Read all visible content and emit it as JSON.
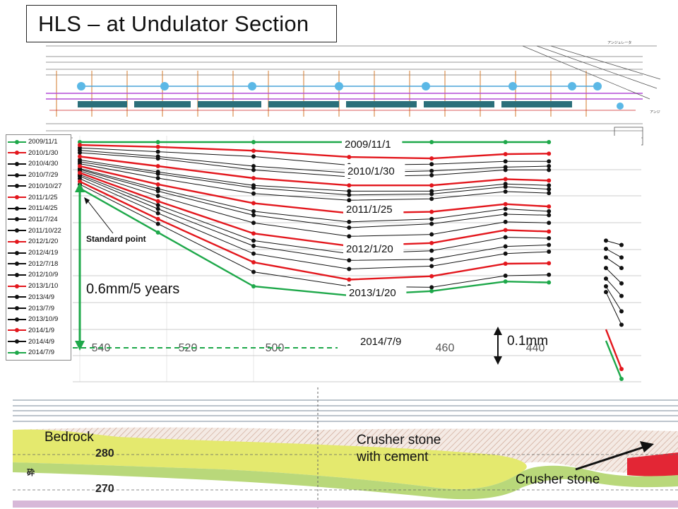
{
  "title": "HLS – at Undulator Section",
  "chart_data": {
    "type": "line",
    "x_ticks": [
      "540",
      "520",
      "500",
      "460",
      "440"
    ],
    "x_tick_values": [
      540,
      520,
      500,
      460,
      440
    ],
    "x_positions": [
      540,
      522,
      500,
      478,
      459,
      442,
      432
    ],
    "legend": [
      "2009/11/1",
      "2010/1/30",
      "2010/4/30",
      "2010/7/29",
      "2010/10/27",
      "2011/1/25",
      "2011/4/25",
      "2011/7/24",
      "2011/10/22",
      "2012/1/20",
      "2012/4/19",
      "2012/7/18",
      "2012/10/9",
      "2013/1/10",
      "2013/4/9",
      "2013/7/9",
      "2013/10/9",
      "2014/1/9",
      "2014/4/9",
      "2014/7/9"
    ],
    "series_colors": [
      "#1ea84a",
      "#e3171d",
      "#111111",
      "#111111",
      "#111111",
      "#e3171d",
      "#111111",
      "#111111",
      "#111111",
      "#e3171d",
      "#111111",
      "#111111",
      "#111111",
      "#e3171d",
      "#111111",
      "#111111",
      "#111111",
      "#e3171d",
      "#111111",
      "#1ea84a"
    ],
    "series": [
      {
        "name": "2009/11/1",
        "values": [
          0,
          0,
          0,
          0,
          0,
          0,
          0
        ]
      },
      {
        "name": "2010/1/30",
        "values": [
          -0.006,
          -0.01,
          -0.018,
          -0.031,
          -0.034,
          -0.025,
          -0.024
        ]
      },
      {
        "name": "2010/4/30",
        "values": [
          -0.012,
          -0.02,
          -0.03,
          -0.048,
          -0.046,
          -0.04,
          -0.04
        ]
      },
      {
        "name": "2010/7/29",
        "values": [
          -0.017,
          -0.03,
          -0.05,
          -0.064,
          -0.06,
          -0.052,
          -0.05
        ]
      },
      {
        "name": "2010/10/27",
        "values": [
          -0.022,
          -0.034,
          -0.058,
          -0.072,
          -0.069,
          -0.058,
          -0.058
        ]
      },
      {
        "name": "2011/1/25",
        "values": [
          -0.03,
          -0.05,
          -0.075,
          -0.09,
          -0.09,
          -0.077,
          -0.08
        ]
      },
      {
        "name": "2011/4/25",
        "values": [
          -0.037,
          -0.062,
          -0.09,
          -0.102,
          -0.102,
          -0.087,
          -0.09
        ]
      },
      {
        "name": "2011/7/24",
        "values": [
          -0.041,
          -0.066,
          -0.095,
          -0.11,
          -0.108,
          -0.093,
          -0.098
        ]
      },
      {
        "name": "2011/10/22",
        "values": [
          -0.045,
          -0.075,
          -0.107,
          -0.121,
          -0.118,
          -0.103,
          -0.106
        ]
      },
      {
        "name": "2012/1/20",
        "values": [
          -0.05,
          -0.088,
          -0.127,
          -0.148,
          -0.145,
          -0.129,
          -0.134
        ]
      },
      {
        "name": "2012/4/19",
        "values": [
          -0.055,
          -0.097,
          -0.144,
          -0.166,
          -0.16,
          -0.139,
          -0.144
        ]
      },
      {
        "name": "2012/7/18",
        "values": [
          -0.057,
          -0.102,
          -0.152,
          -0.178,
          -0.17,
          -0.15,
          -0.152
        ]
      },
      {
        "name": "2012/10/9",
        "values": [
          -0.06,
          -0.112,
          -0.168,
          -0.196,
          -0.192,
          -0.166,
          -0.168
        ]
      },
      {
        "name": "2013/1/10",
        "values": [
          -0.064,
          -0.123,
          -0.19,
          -0.216,
          -0.21,
          -0.183,
          -0.186
        ]
      },
      {
        "name": "2013/4/9",
        "values": [
          -0.068,
          -0.131,
          -0.205,
          -0.232,
          -0.226,
          -0.198,
          -0.2
        ]
      },
      {
        "name": "2013/7/9",
        "values": [
          -0.071,
          -0.139,
          -0.216,
          -0.246,
          -0.244,
          -0.217,
          -0.214
        ]
      },
      {
        "name": "2013/10/9",
        "values": [
          -0.076,
          -0.148,
          -0.232,
          -0.264,
          -0.258,
          -0.232,
          -0.228
        ]
      },
      {
        "name": "2014/1/9",
        "values": [
          -0.082,
          -0.16,
          -0.25,
          -0.286,
          -0.279,
          -0.253,
          -0.252
        ]
      },
      {
        "name": "2014/4/9",
        "values": [
          -0.088,
          -0.17,
          -0.27,
          -0.3,
          -0.302,
          -0.278,
          -0.276
        ]
      },
      {
        "name": "2014/7/9",
        "values": [
          -0.096,
          -0.188,
          -0.3,
          -0.319,
          -0.31,
          -0.29,
          -0.292
        ]
      }
    ],
    "tail_x": [
      858,
      880
    ],
    "tail_series": [
      {
        "values": [
          -0.205,
          -0.214
        ]
      },
      {
        "values": [
          -0.222,
          -0.24
        ]
      },
      {
        "values": [
          -0.24,
          -0.262
        ]
      },
      {
        "values": [
          -0.262,
          -0.294
        ]
      },
      {
        "values": [
          -0.284,
          -0.32
        ]
      },
      {
        "values": [
          -0.3,
          -0.352
        ]
      },
      {
        "values": [
          -0.312,
          -0.38
        ]
      }
    ],
    "date_labels": [
      "2009/11/1",
      "2010/1/30",
      "2011/1/25",
      "2012/1/20",
      "2013/1/20",
      "2014/7/9"
    ],
    "annotations": {
      "standard_point": "Standard point",
      "rate": "0.6mm/5 years",
      "scale": "0.1mm"
    }
  },
  "geology": {
    "labels": [
      "Bedrock",
      "Crusher stone",
      "with cement",
      "Crusher stone"
    ],
    "elev_ticks": [
      "280",
      "270"
    ],
    "side_mark": "砕"
  },
  "colors": {
    "green": "#1ea84a",
    "red": "#e3171d",
    "black": "#111111",
    "fill_bedrock": "#e4e96e",
    "fill_hatch": "#d9c3b7"
  }
}
